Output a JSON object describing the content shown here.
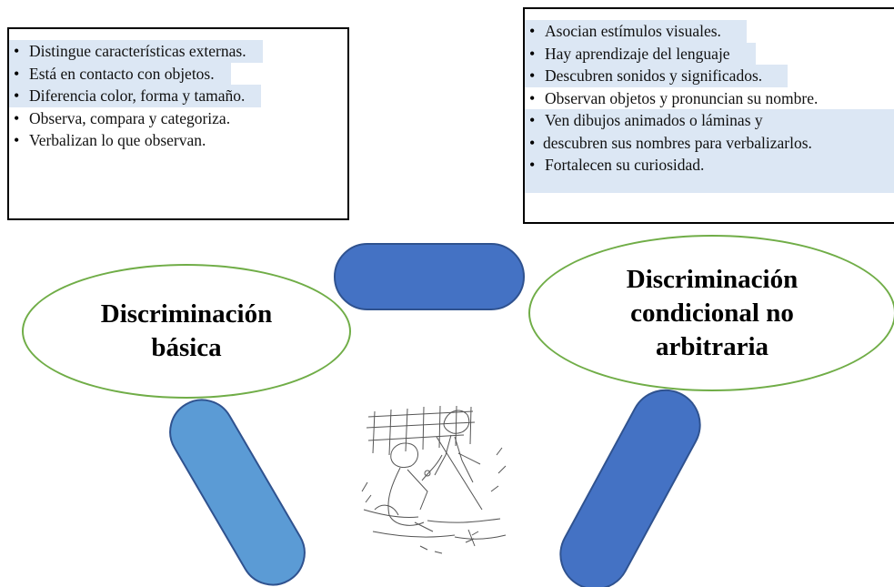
{
  "left_box": {
    "items": [
      "Distingue características externas.",
      "Está en contacto con objetos.",
      "Diferencia color, forma y tamaño.",
      "Observa, compara y categoriza.",
      "Verbalizan lo que observan."
    ]
  },
  "right_box": {
    "items": [
      "Asocian estímulos visuales.",
      "Hay aprendizaje del lenguaje",
      "Descubren sonidos y significados.",
      "Observan objetos y pronuncian su nombre.",
      "Ven dibujos animados o láminas y",
      "descubren sus nombres para verbalizarlos.",
      "Fortalecen su curiosidad."
    ]
  },
  "left_ellipse": {
    "line1": "Discriminación",
    "line2": "básica"
  },
  "right_ellipse": {
    "line1": "Discriminación",
    "line2": "condicional no",
    "line3": "arbitraria"
  },
  "colors": {
    "highlight": "#dce7f4",
    "ellipse_border": "#70ad47",
    "capsule_dark": "#4472c4",
    "capsule_light": "#5b9bd5"
  }
}
